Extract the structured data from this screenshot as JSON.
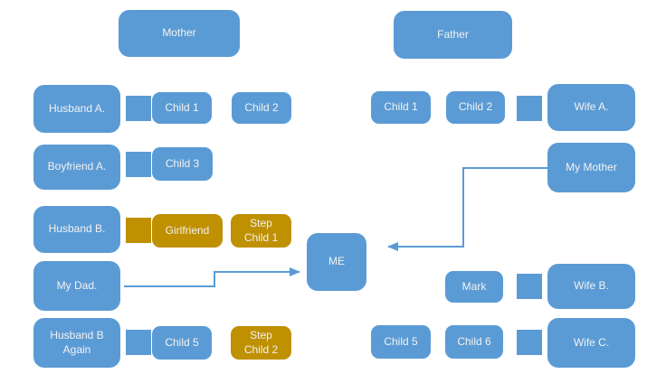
{
  "diagram": {
    "background": "#FFFFFF",
    "colors": {
      "box_blue": "#5B9BD5",
      "box_gold": "#BF9000",
      "text": "#F2F2F2",
      "connector_line": "#5B9BD5"
    },
    "nodes": {
      "mother": {
        "label": "Mother"
      },
      "father": {
        "label": "Father"
      },
      "husband_a": {
        "label": "Husband A."
      },
      "child1_left": {
        "label": "Child 1"
      },
      "child2_left": {
        "label": "Child 2"
      },
      "boyfriend_a": {
        "label": "Boyfriend A."
      },
      "child3": {
        "label": "Child 3"
      },
      "husband_b": {
        "label": "Husband B."
      },
      "girlfriend": {
        "label": "Girlfriend"
      },
      "step_child1": {
        "label": "Step Child 1"
      },
      "my_dad": {
        "label": "My Dad."
      },
      "husband_b_again": {
        "label": "Husband B Again"
      },
      "child5_left": {
        "label": "Child 5"
      },
      "step_child2": {
        "label": "Step Child 2"
      },
      "me": {
        "label": "ME"
      },
      "child1_right": {
        "label": "Child 1"
      },
      "child2_right": {
        "label": "Child 2"
      },
      "wife_a": {
        "label": "Wife A."
      },
      "my_mother": {
        "label": "My Mother"
      },
      "mark": {
        "label": "Mark"
      },
      "wife_b": {
        "label": "Wife B."
      },
      "child5_right": {
        "label": "Child 5"
      },
      "child6": {
        "label": "Child 6"
      },
      "wife_c": {
        "label": "Wife C."
      }
    },
    "edges": [
      {
        "from": "Husband A.",
        "to": "Child 1",
        "style": "block-arrow",
        "color": "blue",
        "direction": "right"
      },
      {
        "from": "Boyfriend A.",
        "to": "Child 3",
        "style": "block-arrow",
        "color": "blue",
        "direction": "right"
      },
      {
        "from": "Husband B.",
        "to": "Girlfriend",
        "style": "block-arrow",
        "color": "gold",
        "direction": "right"
      },
      {
        "from": "Husband B Again",
        "to": "Child 5",
        "style": "block-arrow",
        "color": "blue",
        "direction": "right"
      },
      {
        "from": "Wife A.",
        "to": "Child 2",
        "style": "block-arrow",
        "color": "blue",
        "direction": "left"
      },
      {
        "from": "Wife B.",
        "to": "Mark",
        "style": "block-arrow",
        "color": "blue",
        "direction": "left"
      },
      {
        "from": "Wife C.",
        "to": "Child 6",
        "style": "block-arrow",
        "color": "blue",
        "direction": "left"
      },
      {
        "from": "My Dad.",
        "to": "ME",
        "style": "elbow-line-arrow",
        "color": "blue",
        "direction": "right"
      },
      {
        "from": "My Mother",
        "to": "ME",
        "style": "elbow-line-arrow",
        "color": "blue",
        "direction": "left"
      }
    ]
  }
}
